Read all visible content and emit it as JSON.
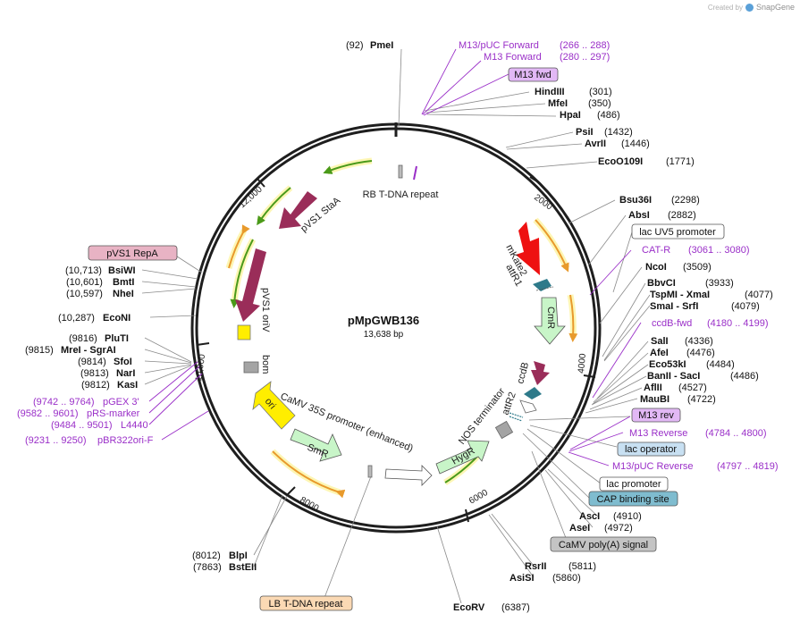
{
  "app": {
    "created_by": "Created by",
    "brand": "SnapGene"
  },
  "plasmid": {
    "name": "pMpGWB136",
    "length_label": "13,638 bp"
  },
  "colors": {
    "ring": "#1e1e1e",
    "enzyme_leader": "#8a8a8a",
    "primer": "#9a2fc8",
    "feature_maroon": "#9a2d59",
    "feature_green_fill": "#c8f5c8",
    "feature_yellow": "#ffee00",
    "feature_red": "#ee1111",
    "feature_teal": "#2e7a8a",
    "feature_gray": "#999999",
    "orange_arrow": "#e89a2c",
    "green_arrow": "#4a9a1a"
  },
  "ticks": [
    "2000",
    "4000",
    "6000",
    "8000",
    "10,000",
    "12,000"
  ],
  "enzymes_right": [
    {
      "name": "HindIII",
      "pos": "(301)"
    },
    {
      "name": "MfeI",
      "pos": "(350)"
    },
    {
      "name": "HpaI",
      "pos": "(486)"
    },
    {
      "name": "PsiI",
      "pos": "(1432)"
    },
    {
      "name": "AvrII",
      "pos": "(1446)"
    },
    {
      "name": "EcoO109I",
      "pos": "(1771)"
    },
    {
      "name": "Bsu36I",
      "pos": "(2298)"
    },
    {
      "name": "AbsI",
      "pos": "(2882)"
    },
    {
      "name": "NcoI",
      "pos": "(3509)"
    },
    {
      "name": "BbvCI",
      "pos": "(3933)"
    },
    {
      "name": "TspMI - XmaI",
      "pos": "(4077)"
    },
    {
      "name": "SmaI - SrfI",
      "pos": "(4079)"
    },
    {
      "name": "SalI",
      "pos": "(4336)"
    },
    {
      "name": "AfeI",
      "pos": "(4476)"
    },
    {
      "name": "Eco53kI",
      "pos": "(4484)"
    },
    {
      "name": "BanII - SacI",
      "pos": "(4486)"
    },
    {
      "name": "AflII",
      "pos": "(4527)"
    },
    {
      "name": "MauBI",
      "pos": "(4722)"
    },
    {
      "name": "AscI",
      "pos": "(4910)"
    },
    {
      "name": "AseI",
      "pos": "(4972)"
    },
    {
      "name": "RsrII",
      "pos": "(5811)"
    },
    {
      "name": "AsiSI",
      "pos": "(5860)"
    },
    {
      "name": "EcoRV",
      "pos": "(6387)"
    }
  ],
  "enzymes_left": [
    {
      "name": "PmeI",
      "pos": "(92)"
    },
    {
      "name": "BsiWI",
      "pos": "(10,713)"
    },
    {
      "name": "BmtI",
      "pos": "(10,601)"
    },
    {
      "name": "NheI",
      "pos": "(10,597)"
    },
    {
      "name": "EcoNI",
      "pos": "(10,287)"
    },
    {
      "name": "PluTI",
      "pos": "(9816)"
    },
    {
      "name": "MreI - SgrAI",
      "pos": "(9815)"
    },
    {
      "name": "SfoI",
      "pos": "(9814)"
    },
    {
      "name": "NarI",
      "pos": "(9813)"
    },
    {
      "name": "KasI",
      "pos": "(9812)"
    },
    {
      "name": "BlpI",
      "pos": "(8012)"
    },
    {
      "name": "BstEII",
      "pos": "(7863)"
    }
  ],
  "primers": [
    {
      "name": "M13/pUC Forward",
      "range": "(266 .. 288)"
    },
    {
      "name": "M13 Forward",
      "range": "(280 .. 297)"
    },
    {
      "name": "CAT-R",
      "range": "(3061 .. 3080)"
    },
    {
      "name": "ccdB-fwd",
      "range": "(4180 .. 4199)"
    },
    {
      "name": "M13 Reverse",
      "range": "(4784 .. 4800)"
    },
    {
      "name": "M13/pUC Reverse",
      "range": "(4797 .. 4819)"
    },
    {
      "name": "pGEX 3'",
      "range": "(9742 .. 9764)"
    },
    {
      "name": "pRS-marker",
      "range": "(9582 .. 9601)"
    },
    {
      "name": "L4440",
      "range": "(9484 .. 9501)"
    },
    {
      "name": "pBR322ori-F",
      "range": "(9231 .. 9250)"
    }
  ],
  "boxes": [
    {
      "label": "M13 fwd"
    },
    {
      "label": "lac UV5 promoter"
    },
    {
      "label": "M13 rev"
    },
    {
      "label": "lac operator"
    },
    {
      "label": "lac promoter"
    },
    {
      "label": "CAP binding site"
    },
    {
      "label": "CaMV poly(A) signal"
    },
    {
      "label": "pVS1 RepA"
    },
    {
      "label": "LB T-DNA repeat"
    }
  ],
  "features": {
    "rb_tdna": "RB T-DNA repeat",
    "pvs1_staa": "pVS1 StaA",
    "pvs1_oriv": "pVS1 oriV",
    "bom": "bom",
    "ori": "ori",
    "camv35s": "CaMV 35S promoter (enhanced)",
    "smr": "SmR",
    "hygr": "HygR",
    "nos_term": "NOS terminator",
    "mkate2": "mKate2",
    "attr1": "attR1",
    "cmr": "CmR",
    "ccdb": "ccdB",
    "attr2": "attR2"
  }
}
